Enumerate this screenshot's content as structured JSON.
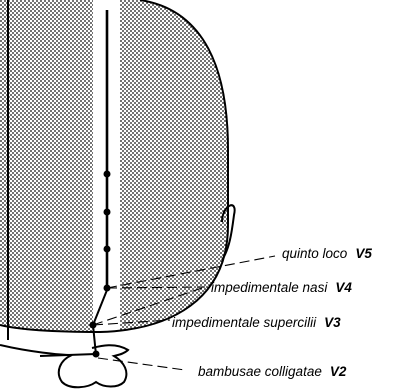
{
  "diagram": {
    "subject": "head-top-view-acupoints",
    "colors": {
      "ink": "#000000",
      "background": "#ffffff"
    },
    "points": [
      {
        "name": "quinto loco",
        "code": "V5"
      },
      {
        "name": "impedimentale nasi",
        "code": "V4"
      },
      {
        "name": "impedimentale supercilii",
        "code": "V3"
      },
      {
        "name": "bambusae colligatae",
        "code": "V2"
      }
    ]
  }
}
